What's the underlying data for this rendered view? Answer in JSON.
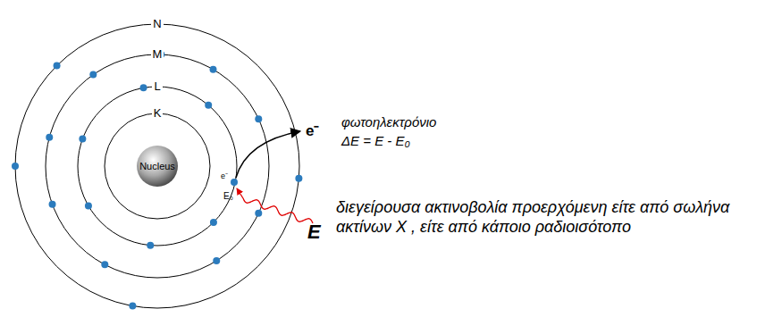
{
  "diagram": {
    "nodes": [
      {
        "text": [
          "Nucleus"
        ]
      }
    ],
    "labels": [
      "N",
      "M",
      "L",
      "K",
      "e⁻",
      "E₀",
      "e⁻",
      "φωτοηλεκτρόνιο",
      "ΔE = E - E₀",
      "E",
      "διεγείρουσα ακτινοβολία προερχόμενη είτε από σωλήνα ακτίνων Χ , είτε από κάποιο ραδιοισότοπο"
    ]
  }
}
